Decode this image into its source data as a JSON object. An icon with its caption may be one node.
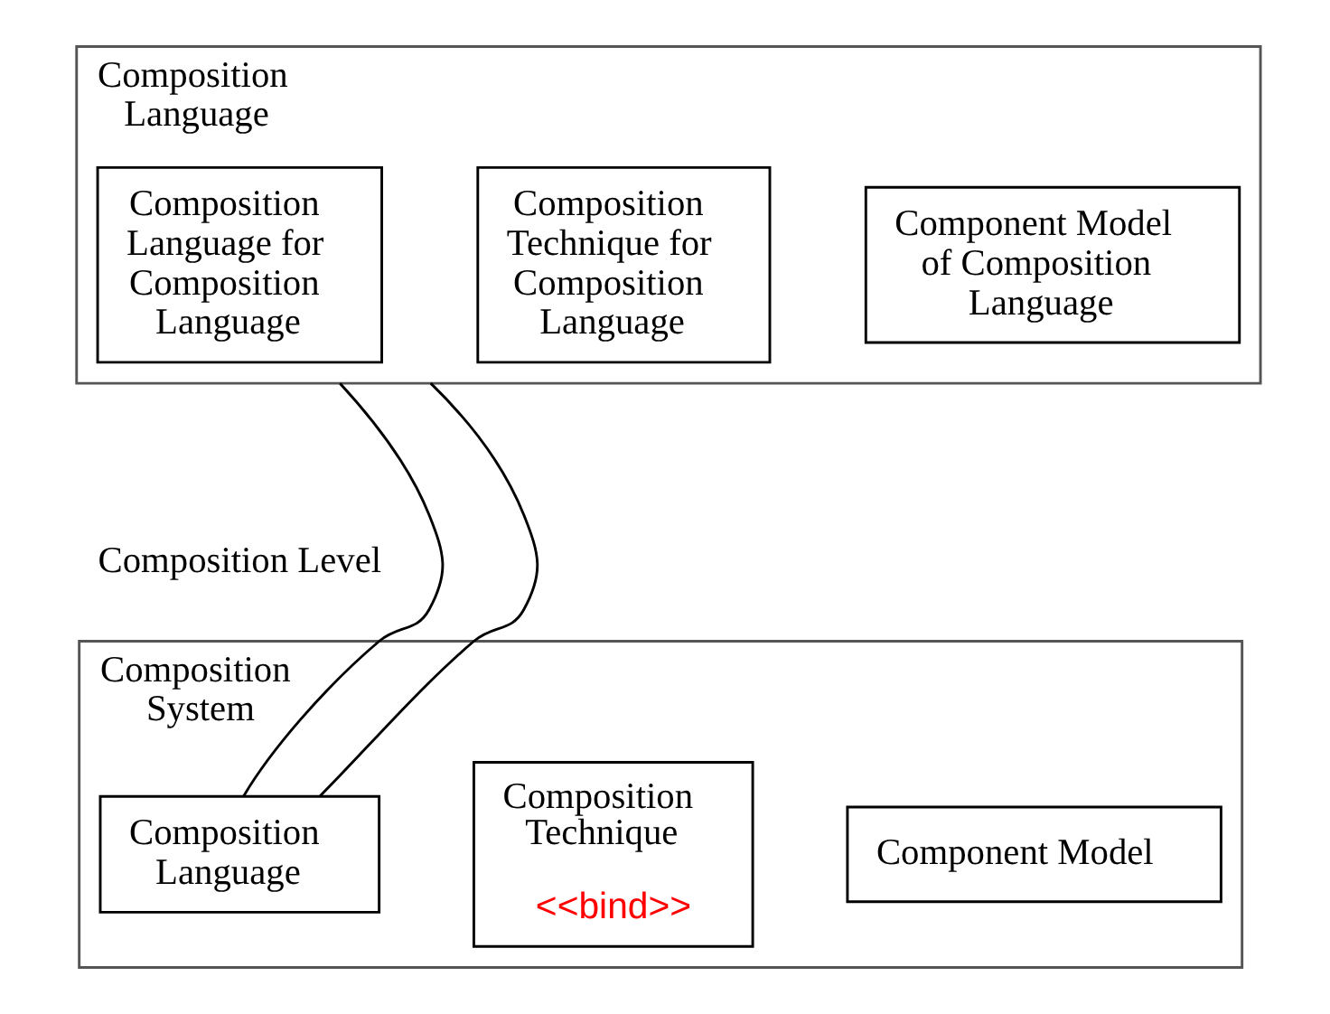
{
  "diagram": {
    "nodes": [
      {
        "text": [
          "Composition Language"
        ]
      },
      {
        "text": [
          "Component Model of Composition Language"
        ],
        "in": 0
      },
      {
        "text": [
          "Composition Technique for Composition Language"
        ],
        "in": 0
      },
      {
        "text": [
          "Composition Language for Composition Language"
        ],
        "in": 0
      },
      {
        "text": [
          "Composition System"
        ]
      },
      {
        "text": [
          "Component Model"
        ],
        "in": 4
      },
      {
        "text": [
          "Composition Technique",
          "<<bind>>"
        ],
        "in": 4
      },
      {
        "text": [
          "Composition Language"
        ],
        "in": 4
      }
    ],
    "edges": [
      {
        "from": 7,
        "to": 0,
        "arrow": "none"
      },
      {
        "from": 7,
        "to": 0,
        "arrow": "none"
      }
    ],
    "labels": [
      "Composition Level"
    ]
  }
}
